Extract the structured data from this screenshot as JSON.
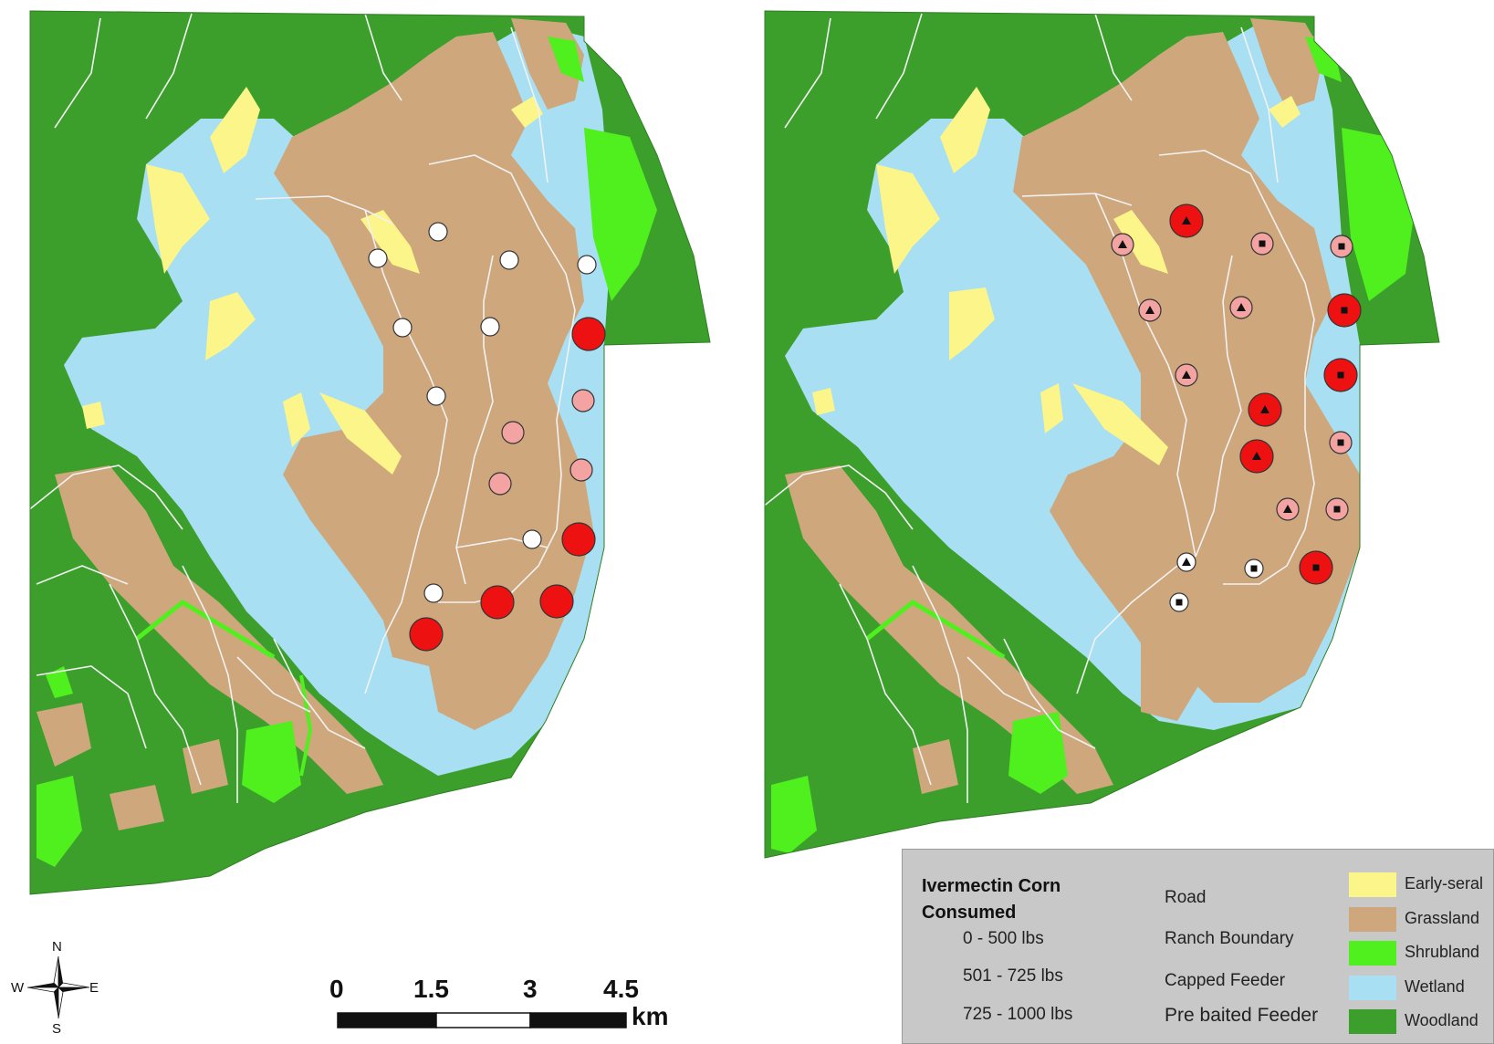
{
  "legend": {
    "title": "Ivermectin Corn Consumed",
    "consumption_classes": [
      {
        "label": "0 - 500 lbs",
        "color": "#ffffff"
      },
      {
        "label": "501 - 725 lbs",
        "color": "#f4a3a3"
      },
      {
        "label": "725 - 1000 lbs",
        "color": "#ee1111"
      }
    ],
    "road": "Road",
    "ranch_boundary": "Ranch Boundary",
    "capped_feeder": "Capped Feeder",
    "prebaited_feeder": "Pre baited Feeder",
    "land_cover": [
      {
        "label": "Early-seral",
        "color": "#fbf58a"
      },
      {
        "label": "Grassland",
        "color": "#cea77c"
      },
      {
        "label": "Shrubland",
        "color": "#4ff01d"
      },
      {
        "label": "Wetland",
        "color": "#a8dff2"
      },
      {
        "label": "Woodland",
        "color": "#3c9f2c"
      }
    ]
  },
  "scalebar": {
    "ticks": [
      "0",
      "1.5",
      "3",
      "4.5"
    ],
    "unit": "km"
  },
  "compass": {
    "n": "N",
    "s": "S",
    "e": "E",
    "w": "W"
  },
  "colors": {
    "woodland": "#3c9f2c",
    "wetland": "#a8dff2",
    "grassland": "#cea77c",
    "earlyseral": "#fbf58a",
    "shrubland": "#4ff01d",
    "feeder_low": "#ffffff",
    "feeder_mid": "#f4a3a3",
    "feeder_high": "#ee1111",
    "road": "#f2f2f2"
  },
  "feeders_left": [
    {
      "cls": 0,
      "type": "plain"
    },
    {
      "cls": 0,
      "type": "plain"
    },
    {
      "cls": 0,
      "type": "plain"
    },
    {
      "cls": 0,
      "type": "plain"
    },
    {
      "cls": 0,
      "type": "plain"
    },
    {
      "cls": 0,
      "type": "plain"
    },
    {
      "cls": 2,
      "type": "plain"
    },
    {
      "cls": 0,
      "type": "plain"
    },
    {
      "cls": 1,
      "type": "plain"
    },
    {
      "cls": 1,
      "type": "plain"
    },
    {
      "cls": 1,
      "type": "plain"
    },
    {
      "cls": 1,
      "type": "plain"
    },
    {
      "cls": 0,
      "type": "plain"
    },
    {
      "cls": 2,
      "type": "plain"
    },
    {
      "cls": 0,
      "type": "plain"
    },
    {
      "cls": 2,
      "type": "plain"
    },
    {
      "cls": 2,
      "type": "plain"
    },
    {
      "cls": 2,
      "type": "plain"
    }
  ],
  "feeders_right": [
    {
      "cls": 2,
      "type": "prebaited"
    },
    {
      "cls": 1,
      "type": "prebaited"
    },
    {
      "cls": 1,
      "type": "capped"
    },
    {
      "cls": 1,
      "type": "capped"
    },
    {
      "cls": 1,
      "type": "prebaited"
    },
    {
      "cls": 1,
      "type": "prebaited"
    },
    {
      "cls": 2,
      "type": "capped"
    },
    {
      "cls": 1,
      "type": "prebaited"
    },
    {
      "cls": 2,
      "type": "capped"
    },
    {
      "cls": 2,
      "type": "prebaited"
    },
    {
      "cls": 1,
      "type": "capped"
    },
    {
      "cls": 2,
      "type": "prebaited"
    },
    {
      "cls": 1,
      "type": "prebaited"
    },
    {
      "cls": 1,
      "type": "capped"
    },
    {
      "cls": 0,
      "type": "prebaited"
    },
    {
      "cls": 0,
      "type": "capped"
    },
    {
      "cls": 2,
      "type": "capped"
    },
    {
      "cls": 0,
      "type": "capped"
    }
  ]
}
